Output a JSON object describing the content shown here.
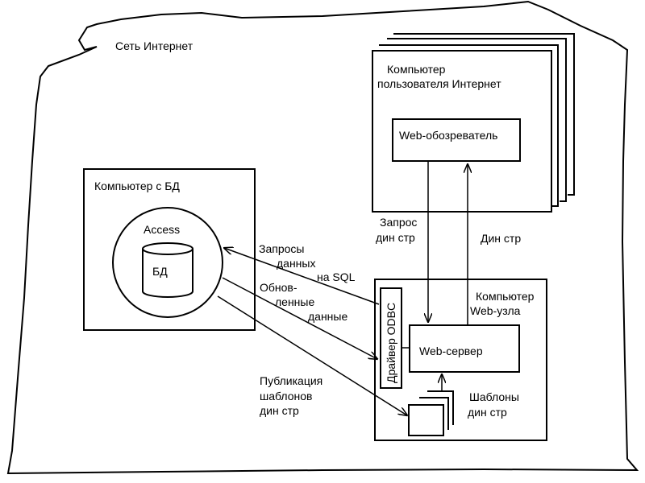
{
  "internet_label": "Сеть Интернет",
  "user_computer": {
    "title_line1": "Компьютер",
    "title_line2": "пользователя Интернет",
    "browser_label": "Web-обозреватель"
  },
  "db_computer": {
    "title": "Компьютер с БД",
    "access_label": "Access",
    "db_label": "БД"
  },
  "web_node": {
    "title_line1": "Компьютер",
    "title_line2": "Web-узла",
    "odbc_label": "Драйвер ODBC",
    "server_label": "Web-сервер",
    "templates_line1": "Шаблоны",
    "templates_line2": "дин стр"
  },
  "arrows": {
    "request_line1": "Запрос",
    "request_line2": "дин стр",
    "response": "Дин стр",
    "sql_line1": "Запросы",
    "sql_line2": "данных",
    "sql_line3": "на SQL",
    "updated_line1": "Обнов-",
    "updated_line2": "ленные",
    "updated_line3": "данные",
    "publish_line1": "Публикация",
    "publish_line2": "шаблонов",
    "publish_line3": "дин стр"
  }
}
